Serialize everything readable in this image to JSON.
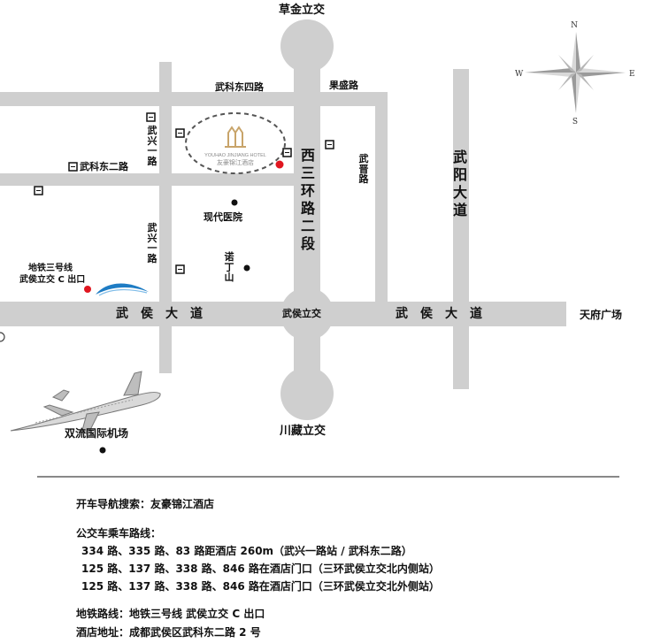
{
  "map": {
    "interchanges": {
      "north": "草金立交",
      "center": "武侯立交",
      "south": "川藏立交"
    },
    "roads": {
      "wukedongsi": "武科东四路",
      "guosheng": "果盛路",
      "wukedonger": "武科东二路",
      "wuxingyi_top": "武兴一路",
      "wuxingyi_bottom": "武兴一路",
      "wujin": "武晋路",
      "xisanhuan": "西三环路二段",
      "wuyang": "武阳大道",
      "wuhou_left": "武侯大道",
      "wuhou_right": "武侯大道",
      "tianfu": "天府广场",
      "nuoding": "诺丁山"
    },
    "hotel": {
      "pinyin": "YOUHAO JINJIANG HOTEL",
      "name": "友豪锦江酒店"
    },
    "places": {
      "hospital": "现代医院",
      "metro_line1": "地铁三号线",
      "metro_line2": "武侯立交 C 出口",
      "airport": "双流国际机场"
    },
    "compass": {
      "n": "N",
      "s": "S",
      "e": "E",
      "w": "W"
    },
    "colors": {
      "road": "#cfcfcf",
      "marker_red": "#e0161f",
      "logo_gold": "#c8a46a",
      "metro_blue": "#1e7cc4"
    }
  },
  "info": {
    "nav": "开车导航搜索：友豪锦江酒店",
    "bus_title": "公交车乘车路线：",
    "bus_lines": [
      "334 路、335 路、83 路距酒店 260m（武兴一路站 / 武科东二路）",
      "125 路、137 路、338 路、846 路在酒店门口（三环武侯立交北内侧站）",
      "125 路、137 路、338 路、846 路在酒店门口（三环武侯立交北外侧站）"
    ],
    "metro": "地铁路线：地铁三号线  武侯立交 C 出口",
    "address": "酒店地址：成都武侯区武科东二路 2 号"
  }
}
